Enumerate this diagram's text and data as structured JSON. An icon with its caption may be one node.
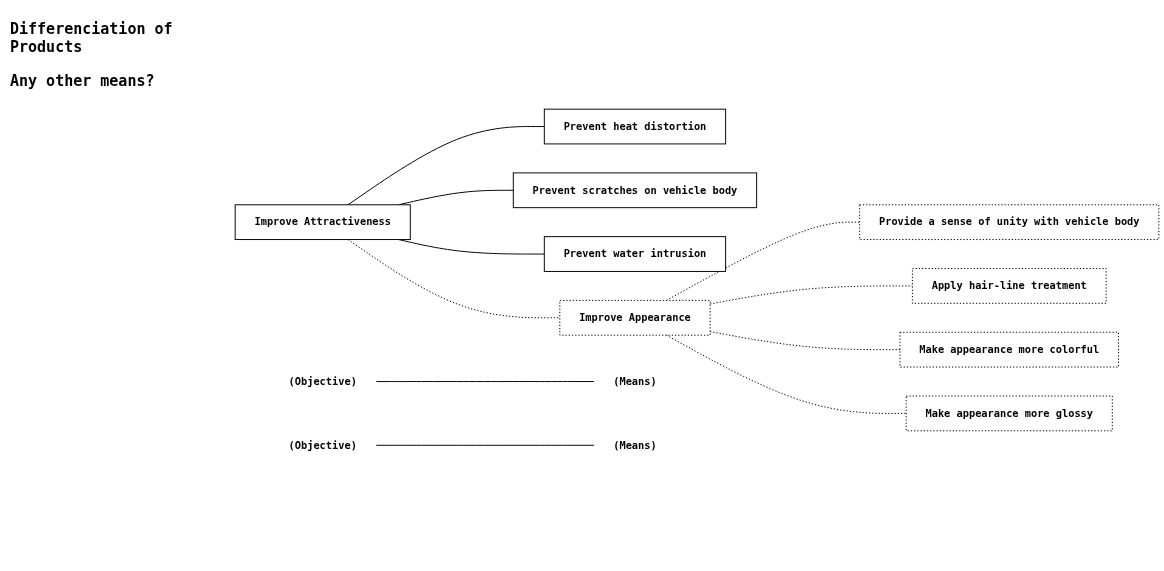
{
  "diagram": {
    "nodes": [
      {
        "text": [
          "Improve Attractiveness"
        ]
      },
      {
        "text": [
          "Prevent heat distortion"
        ]
      },
      {
        "text": [
          "Prevent scratches on vehicle body"
        ]
      },
      {
        "text": [
          "Prevent water intrusion"
        ]
      },
      {
        "text": [
          "Improve Appearance"
        ]
      },
      {
        "text": [
          "Provide a sense of unity with vehicle body"
        ]
      },
      {
        "text": [
          "Apply hair-line treatment"
        ]
      },
      {
        "text": [
          "Make appearance more colorful"
        ]
      },
      {
        "text": [
          "Make appearance more glossy"
        ]
      },
      {
        "text": [
          "(Objective)"
        ]
      },
      {
        "text": [
          "(Means)"
        ]
      },
      {
        "text": [
          "(Objective)"
        ]
      },
      {
        "text": [
          "(Means)"
        ]
      }
    ],
    "edges": [
      {
        "from": 0,
        "to": 1,
        "arrow": "none"
      },
      {
        "from": 0,
        "to": 2,
        "arrow": "none"
      },
      {
        "from": 0,
        "to": 3,
        "arrow": "none"
      },
      {
        "from": 0,
        "to": 4,
        "arrow": "none",
        "style": "dashed"
      },
      {
        "from": 4,
        "to": 5,
        "arrow": "none",
        "style": "dashed"
      },
      {
        "from": 4,
        "to": 6,
        "arrow": "none",
        "style": "dashed"
      },
      {
        "from": 4,
        "to": 7,
        "arrow": "none",
        "style": "dashed"
      },
      {
        "from": 4,
        "to": 8,
        "arrow": "none",
        "style": "dashed"
      },
      {
        "from": 9,
        "to": 10,
        "arrow": "none"
      },
      {
        "from": 11,
        "to": 12,
        "arrow": "none"
      }
    ],
    "labels": [
      "Differenciation of Products",
      "Any other means?"
    ]
  }
}
